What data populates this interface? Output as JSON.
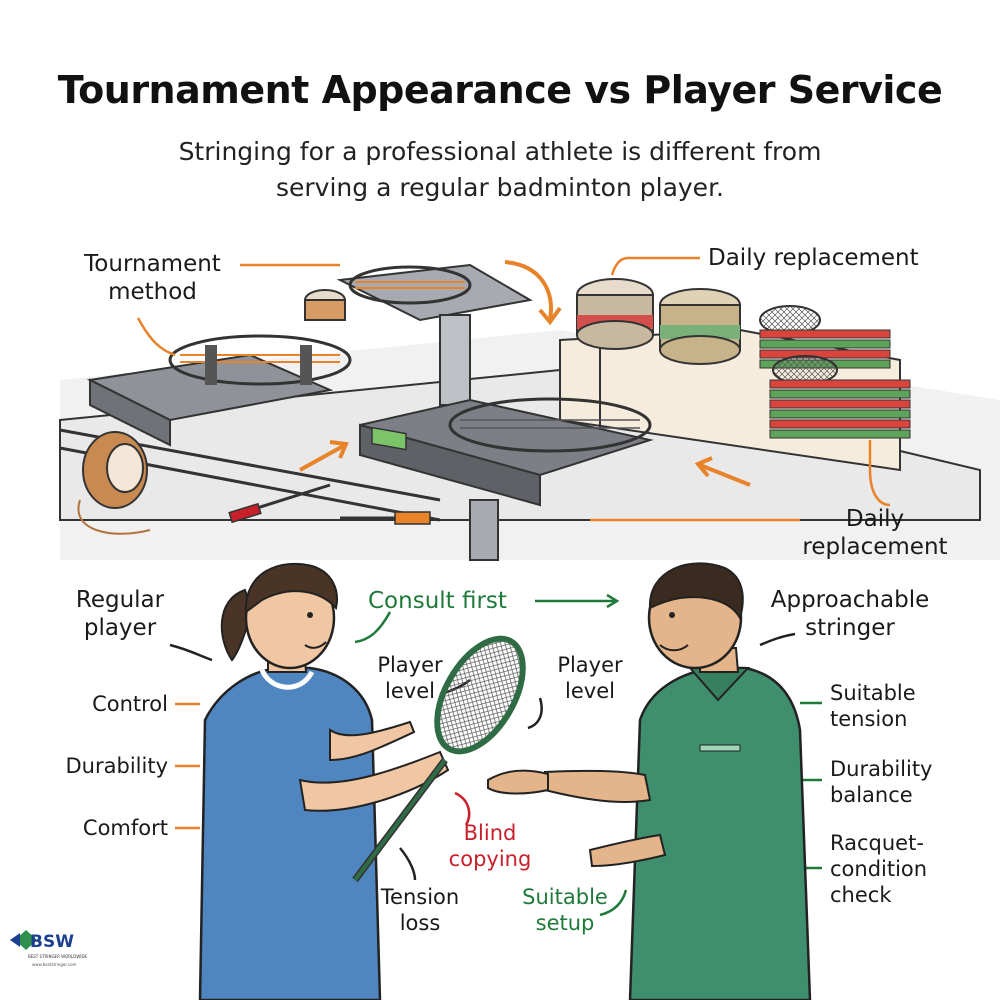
{
  "title": "Tournament Appearance vs Player Service",
  "subtitle_line1": "Stringing for a professional athlete is different from",
  "subtitle_line2": "serving a regular badminton player.",
  "labels": {
    "tournament_method_1": "Tournament",
    "tournament_method_2": "method",
    "daily_replacement_top": "Daily replacement",
    "daily_replacement_bottom_1": "Daily",
    "daily_replacement_bottom_2": "replacement",
    "regular_player_1": "Regular",
    "regular_player_2": "player",
    "consult_first": "Consult first",
    "approachable_stringer_1": "Approachable",
    "approachable_stringer_2": "stringer",
    "player_level_left_1": "Player",
    "player_level_left_2": "level",
    "player_level_right_1": "Player",
    "player_level_right_2": "level",
    "control": "Control",
    "durability": "Durability",
    "comfort": "Comfort",
    "blind_copying_1": "Blind",
    "blind_copying_2": "copying",
    "tension_loss_1": "Tension",
    "tension_loss_2": "loss",
    "suitable_setup_1": "Suitable",
    "suitable_setup_2": "setup",
    "suitable_tension_1": "Suitable",
    "suitable_tension_2": "tension",
    "durability_balance_1": "Durability",
    "durability_balance_2": "balance",
    "racquet_condition_1": "Racquet-",
    "racquet_condition_2": "condition",
    "racquet_condition_3": "check"
  },
  "logo": {
    "text": "BSW",
    "sub": "BEST STRINGER WORLDWIDE",
    "url": "www.beststringer.com"
  },
  "colors": {
    "orange": "#e8832a",
    "green": "#1f7a3a",
    "red": "#c8202a",
    "blue_shirt": "#4f86c0",
    "green_shirt": "#3f8f6e",
    "machine_gray": "#8f9399",
    "table": "#f4ecdf"
  }
}
